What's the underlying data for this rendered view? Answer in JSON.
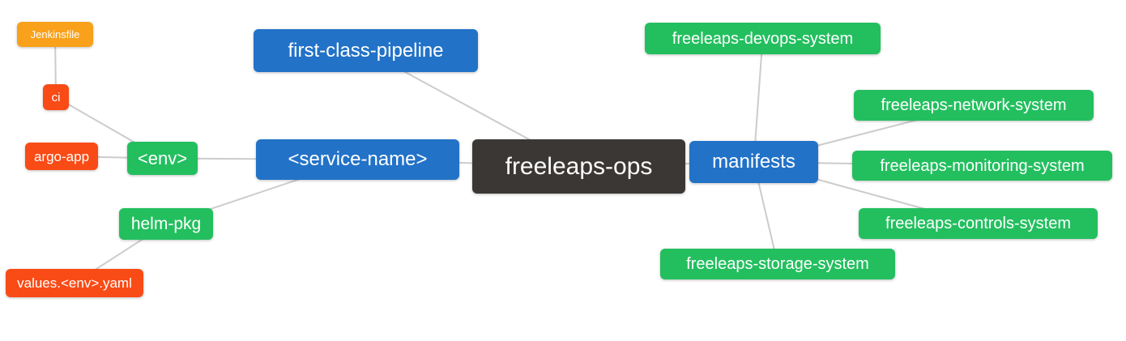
{
  "diagram": {
    "type": "mindmap",
    "root_label": "freeleaps-ops",
    "background": "#ffffff",
    "edge_color": "#cccccc",
    "edge_width": 2
  },
  "colors": {
    "blue": "#2272c8",
    "green": "#23bf5f",
    "red": "#f94b16",
    "orange": "#f9a11b",
    "dark": "#3b3734",
    "text": "#ffffff"
  },
  "nodes": [
    {
      "id": "jenkinsfile",
      "label": "Jenkinsfile",
      "color": "orange",
      "parent": "ci"
    },
    {
      "id": "ci",
      "label": "ci",
      "color": "red",
      "parent": "env"
    },
    {
      "id": "argo-app",
      "label": "argo-app",
      "color": "red",
      "parent": "env"
    },
    {
      "id": "env",
      "label": "<env>",
      "color": "green",
      "parent": "service-name"
    },
    {
      "id": "helm-pkg",
      "label": "helm-pkg",
      "color": "green",
      "parent": "service-name"
    },
    {
      "id": "values-env-yaml",
      "label": "values.<env>.yaml",
      "color": "red",
      "parent": "helm-pkg"
    },
    {
      "id": "first-class-pipeline",
      "label": "first-class-pipeline",
      "color": "blue",
      "parent": "freeleaps-ops"
    },
    {
      "id": "service-name",
      "label": "<service-name>",
      "color": "blue",
      "parent": "freeleaps-ops"
    },
    {
      "id": "freeleaps-ops",
      "label": "freeleaps-ops",
      "color": "dark",
      "parent": null
    },
    {
      "id": "manifests",
      "label": "manifests",
      "color": "blue",
      "parent": "freeleaps-ops"
    },
    {
      "id": "devops-system",
      "label": "freeleaps-devops-system",
      "color": "green",
      "parent": "manifests"
    },
    {
      "id": "network-system",
      "label": "freeleaps-network-system",
      "color": "green",
      "parent": "manifests"
    },
    {
      "id": "monitoring-system",
      "label": "freeleaps-monitoring-system",
      "color": "green",
      "parent": "manifests"
    },
    {
      "id": "controls-system",
      "label": "freeleaps-controls-system",
      "color": "green",
      "parent": "manifests"
    },
    {
      "id": "storage-system",
      "label": "freeleaps-storage-system",
      "color": "green",
      "parent": "manifests"
    }
  ],
  "edges": [
    [
      "jenkinsfile",
      "ci"
    ],
    [
      "ci",
      "env"
    ],
    [
      "argo-app",
      "env"
    ],
    [
      "env",
      "service-name"
    ],
    [
      "helm-pkg",
      "service-name"
    ],
    [
      "values-env-yaml",
      "helm-pkg"
    ],
    [
      "first-class-pipeline",
      "freeleaps-ops"
    ],
    [
      "service-name",
      "freeleaps-ops"
    ],
    [
      "manifests",
      "freeleaps-ops"
    ],
    [
      "devops-system",
      "manifests"
    ],
    [
      "network-system",
      "manifests"
    ],
    [
      "monitoring-system",
      "manifests"
    ],
    [
      "controls-system",
      "manifests"
    ],
    [
      "storage-system",
      "manifests"
    ]
  ]
}
